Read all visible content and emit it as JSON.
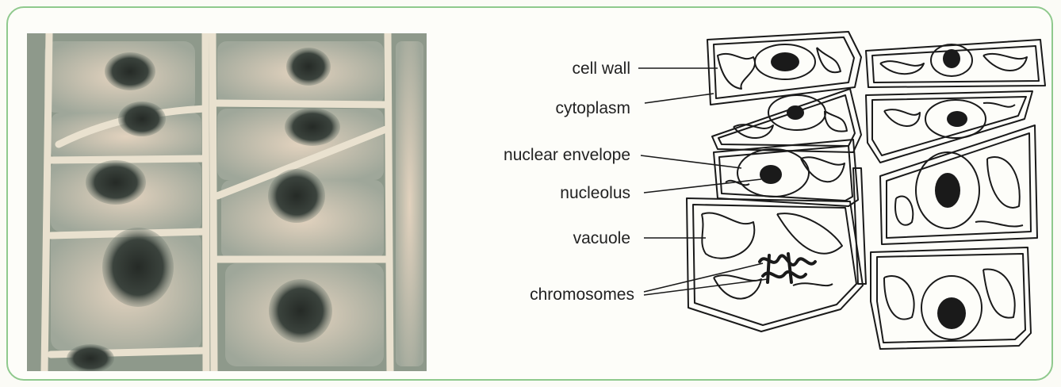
{
  "figure": {
    "labels": [
      {
        "id": "cell_wall",
        "text": "cell wall"
      },
      {
        "id": "cytoplasm",
        "text": "cytoplasm"
      },
      {
        "id": "nuclear_envelope",
        "text": "nuclear envelope"
      },
      {
        "id": "nucleolus",
        "text": "nucleolus"
      },
      {
        "id": "vacuole",
        "text": "vacuole"
      },
      {
        "id": "chromosomes",
        "text": "chromosomes"
      }
    ],
    "colors": {
      "frame_border": "#8fc98d",
      "photo_cytoplasm": "#d9c9b4",
      "photo_wall": "#e6ddc9",
      "photo_nucleus": "#2f342f",
      "ink": "#1a1a1a"
    }
  }
}
